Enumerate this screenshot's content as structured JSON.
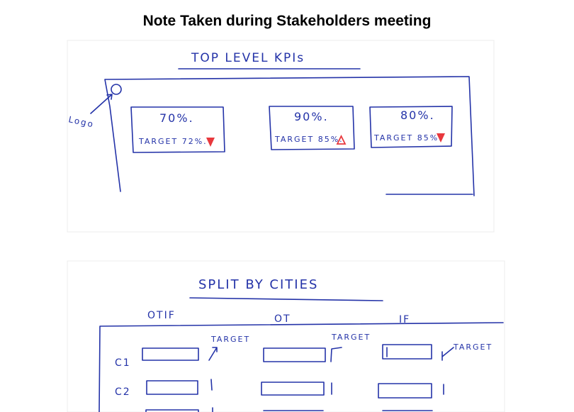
{
  "document": {
    "title": "Note Taken during Stakeholders meeting"
  },
  "top_section": {
    "heading": "TOP LEVEL KPIs",
    "logo_label": "Logo",
    "kpis": [
      {
        "value": "70%.",
        "target": "TARGET 72%.",
        "trend": "down",
        "trend_color": "#e8383d"
      },
      {
        "value": "90%.",
        "target": "TARGET 85%.",
        "trend": "up",
        "trend_color": "#e8383d"
      },
      {
        "value": "80%.",
        "target": "TARGET 85%.",
        "trend": "down",
        "trend_color": "#e8383d"
      }
    ]
  },
  "bottom_section": {
    "heading": "SPLIT BY CITIES",
    "columns": [
      "OTIF",
      "OT",
      "IF"
    ],
    "target_label": "TARGET",
    "rows": [
      "C1",
      "C2"
    ],
    "ink_color": "#2433a8"
  }
}
